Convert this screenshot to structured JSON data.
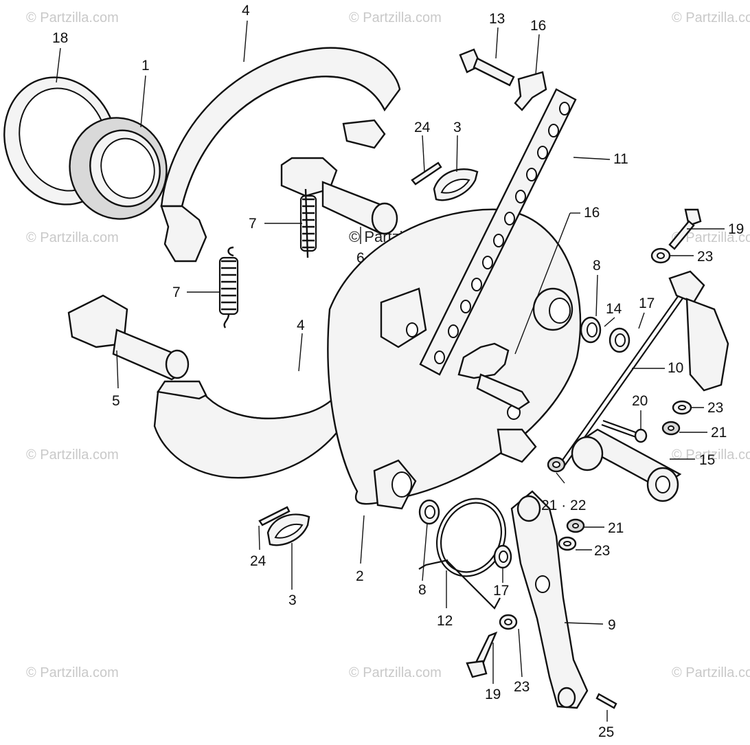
{
  "watermark_text": "© Partzilla.com",
  "center_watermark_text": "© Partzilla.com",
  "labels": [
    {
      "id": "l-18",
      "text": "18"
    },
    {
      "id": "l-1",
      "text": "1"
    },
    {
      "id": "l-4a",
      "text": "4"
    },
    {
      "id": "l-13",
      "text": "13"
    },
    {
      "id": "l-16a",
      "text": "16"
    },
    {
      "id": "l-24a",
      "text": "24"
    },
    {
      "id": "l-3a",
      "text": "3"
    },
    {
      "id": "l-11",
      "text": "11"
    },
    {
      "id": "l-16b",
      "text": "16"
    },
    {
      "id": "l-7a",
      "text": "7"
    },
    {
      "id": "l-6",
      "text": "6"
    },
    {
      "id": "l-19a",
      "text": "19"
    },
    {
      "id": "l-23a",
      "text": "23"
    },
    {
      "id": "l-7b",
      "text": "7"
    },
    {
      "id": "l-8a",
      "text": "8"
    },
    {
      "id": "l-14",
      "text": "14"
    },
    {
      "id": "l-17a",
      "text": "17"
    },
    {
      "id": "l-4b",
      "text": "4"
    },
    {
      "id": "l-10",
      "text": "10"
    },
    {
      "id": "l-5",
      "text": "5"
    },
    {
      "id": "l-20",
      "text": "20"
    },
    {
      "id": "l-23b",
      "text": "23"
    },
    {
      "id": "l-21a",
      "text": "21"
    },
    {
      "id": "l-15",
      "text": "15"
    },
    {
      "id": "l-2122",
      "text": "21 · 22"
    },
    {
      "id": "l-21b",
      "text": "21"
    },
    {
      "id": "l-23c",
      "text": "23"
    },
    {
      "id": "l-24b",
      "text": "24"
    },
    {
      "id": "l-2",
      "text": "2"
    },
    {
      "id": "l-8b",
      "text": "8"
    },
    {
      "id": "l-17b",
      "text": "17"
    },
    {
      "id": "l-3b",
      "text": "3"
    },
    {
      "id": "l-12",
      "text": "12"
    },
    {
      "id": "l-9",
      "text": "9"
    },
    {
      "id": "l-19b",
      "text": "19"
    },
    {
      "id": "l-23d",
      "text": "23"
    },
    {
      "id": "l-25",
      "text": "25"
    }
  ]
}
